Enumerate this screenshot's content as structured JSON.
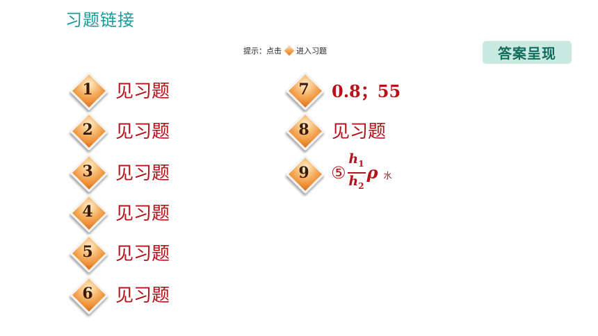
{
  "header": {
    "title": "习题链接"
  },
  "hint": {
    "prefix": "提示：点击",
    "suffix": "进入习题"
  },
  "answer_button": {
    "label": "答案呈现"
  },
  "items": [
    {
      "num": "1",
      "text": "见习题"
    },
    {
      "num": "2",
      "text": "见习题"
    },
    {
      "num": "3",
      "text": "见习题"
    },
    {
      "num": "4",
      "text": "见习题"
    },
    {
      "num": "5",
      "text": "见习题"
    },
    {
      "num": "6",
      "text": "见习题"
    },
    {
      "num": "7",
      "text": "0.8；55"
    },
    {
      "num": "8",
      "text": "见习题"
    },
    {
      "num": "9",
      "circled": "⑤",
      "numerator": "h",
      "numerator_sub": "1",
      "denominator": "h",
      "denominator_sub": "2",
      "symbol": "ρ",
      "subscript": "水"
    }
  ],
  "colors": {
    "title": "#1a9a9a",
    "answer": "#b5121b",
    "button_bg": "#c9e9e1",
    "badge": "#ee8f36"
  }
}
